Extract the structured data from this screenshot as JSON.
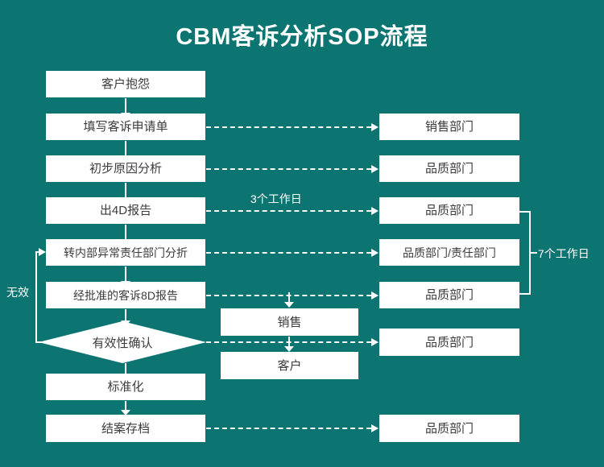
{
  "page": {
    "title": "CBM客诉分析SOP流程",
    "background_color": "#0d7571",
    "box_fill": "#ffffff",
    "box_text_color": "#3c3c3c",
    "line_color": "#ffffff"
  },
  "flow": {
    "main_steps": [
      {
        "label": "客户抱怨"
      },
      {
        "label": "填写客诉申请单"
      },
      {
        "label": "初步原因分析"
      },
      {
        "label": "出4D报告"
      },
      {
        "label": "转内部异常责任部门分折"
      },
      {
        "label": "经批准的客诉8D报告"
      },
      {
        "label": "有效性确认",
        "shape": "diamond"
      },
      {
        "label": "标准化"
      },
      {
        "label": "结案存档"
      }
    ],
    "middle_steps": [
      {
        "label": "销售"
      },
      {
        "label": "客户"
      }
    ],
    "responsible": [
      {
        "label": "销售部门"
      },
      {
        "label": "品质部门"
      },
      {
        "label": "品质部门"
      },
      {
        "label": "品质部门/责任部门"
      },
      {
        "label": "品质部门"
      },
      {
        "label": "品质部门"
      },
      {
        "label": "品质部门"
      }
    ],
    "annotations": {
      "duration_3days": "3个工作日",
      "duration_7days": "7个工作日",
      "invalid_loop": "无效"
    }
  }
}
